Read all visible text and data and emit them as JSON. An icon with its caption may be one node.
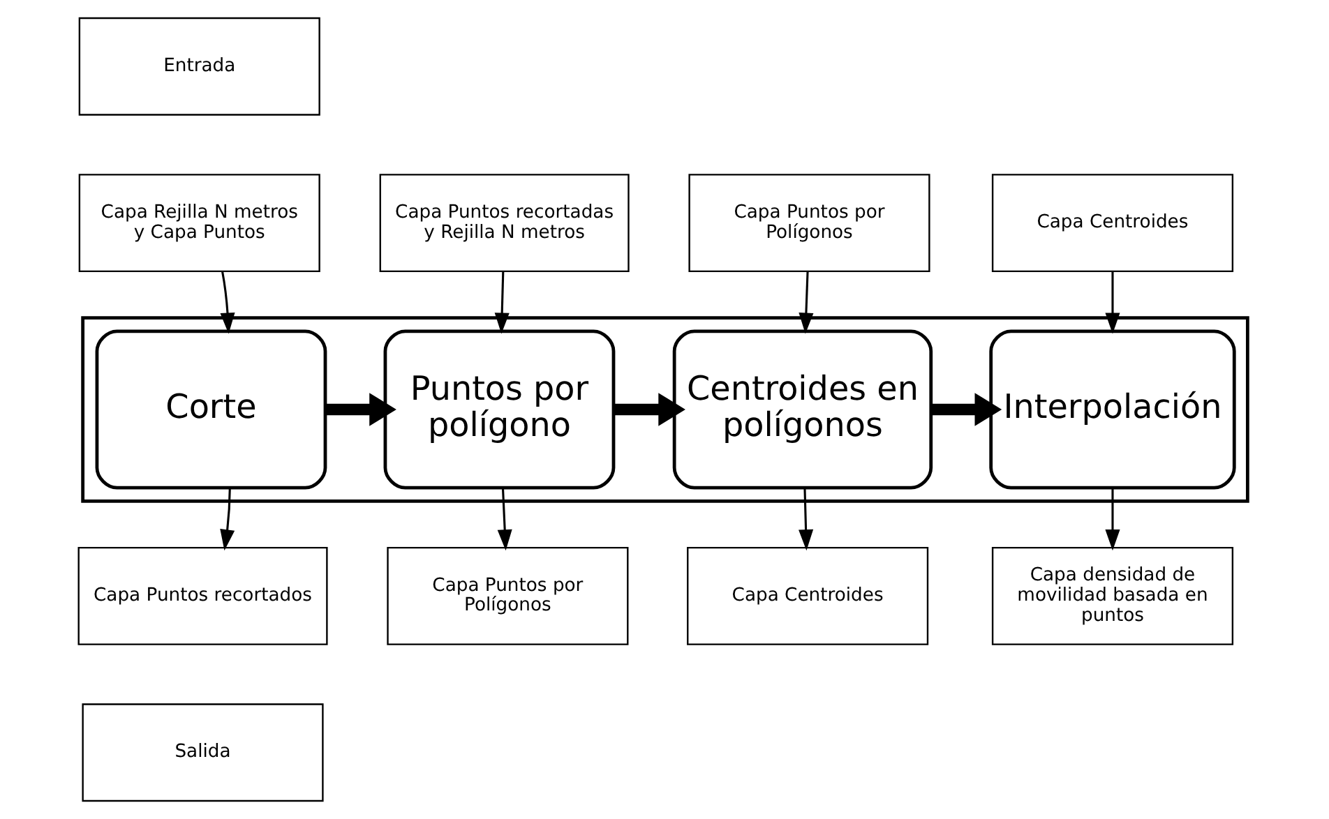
{
  "diagram": {
    "nodes": [
      {
        "text": [
          "Entrada"
        ]
      },
      {
        "text": [
          "Capa Rejilla N metros y Capa Puntos"
        ]
      },
      {
        "text": [
          "Capa Puntos recortadas y Rejilla N metros"
        ]
      },
      {
        "text": [
          "Capa Puntos por Polígonos"
        ]
      },
      {
        "text": [
          "Capa Centroides"
        ]
      },
      {
        "text": [],
        "shape": "box"
      },
      {
        "text": [
          "Corte"
        ],
        "in": 5
      },
      {
        "text": [
          "Puntos por polígono"
        ],
        "in": 5
      },
      {
        "text": [
          "Centroides en polígonos"
        ],
        "in": 5
      },
      {
        "text": [
          "Interpolación"
        ],
        "in": 5
      },
      {
        "text": [
          "Capa Puntos recortados"
        ]
      },
      {
        "text": [
          "Capa Puntos por Polígonos"
        ]
      },
      {
        "text": [
          "Capa Centroides"
        ]
      },
      {
        "text": [
          "Capa densidad de movilidad basada en puntos"
        ]
      },
      {
        "text": [
          "Salida"
        ]
      }
    ],
    "edges": [
      {
        "from": 1,
        "to": 6,
        "arrow": "to"
      },
      {
        "from": 2,
        "to": 7,
        "arrow": "to"
      },
      {
        "from": 3,
        "to": 8,
        "arrow": "to"
      },
      {
        "from": 4,
        "to": 9,
        "arrow": "to"
      },
      {
        "from": 6,
        "to": 7,
        "arrow": "to",
        "style": "thick"
      },
      {
        "from": 7,
        "to": 8,
        "arrow": "to",
        "style": "thick"
      },
      {
        "from": 8,
        "to": 9,
        "arrow": "to",
        "style": "thick"
      },
      {
        "from": 6,
        "to": 10,
        "arrow": "to"
      },
      {
        "from": 7,
        "to": 11,
        "arrow": "to"
      },
      {
        "from": 8,
        "to": 12,
        "arrow": "to"
      },
      {
        "from": 9,
        "to": 13,
        "arrow": "to"
      }
    ]
  }
}
